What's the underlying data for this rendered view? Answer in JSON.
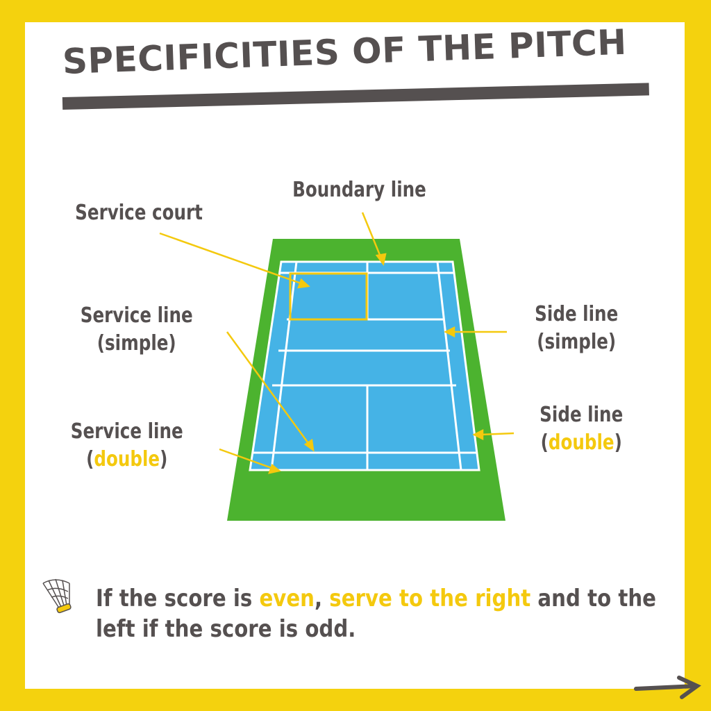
{
  "title": "SPECIFICITIES OF THE PITCH",
  "labels": {
    "boundary_line": "Boundary line",
    "service_court": "Service court",
    "service_line_simple_1": "Service line",
    "service_line_simple_2": "(simple)",
    "service_line_double_1": "Service line",
    "service_line_double_open": "(",
    "service_line_double_word": "double",
    "service_line_double_close": ")",
    "side_line_simple_1": "Side line",
    "side_line_simple_2": "(simple)",
    "side_line_double_1": "Side line",
    "side_line_double_open": "(",
    "side_line_double_word": "double",
    "side_line_double_close": ")"
  },
  "note": {
    "part1": "If the score is ",
    "even": "even",
    "comma": ", ",
    "serve_right": "serve to the right",
    "part2": " and to the left if the score is odd."
  },
  "colors": {
    "background": "#f4d20e",
    "text": "#555050",
    "accent": "#f4c90e",
    "court_green": "#4cb32f",
    "court_blue": "#45b3e6"
  },
  "icons": [
    "shuttlecock-icon",
    "arrow-right-icon"
  ]
}
